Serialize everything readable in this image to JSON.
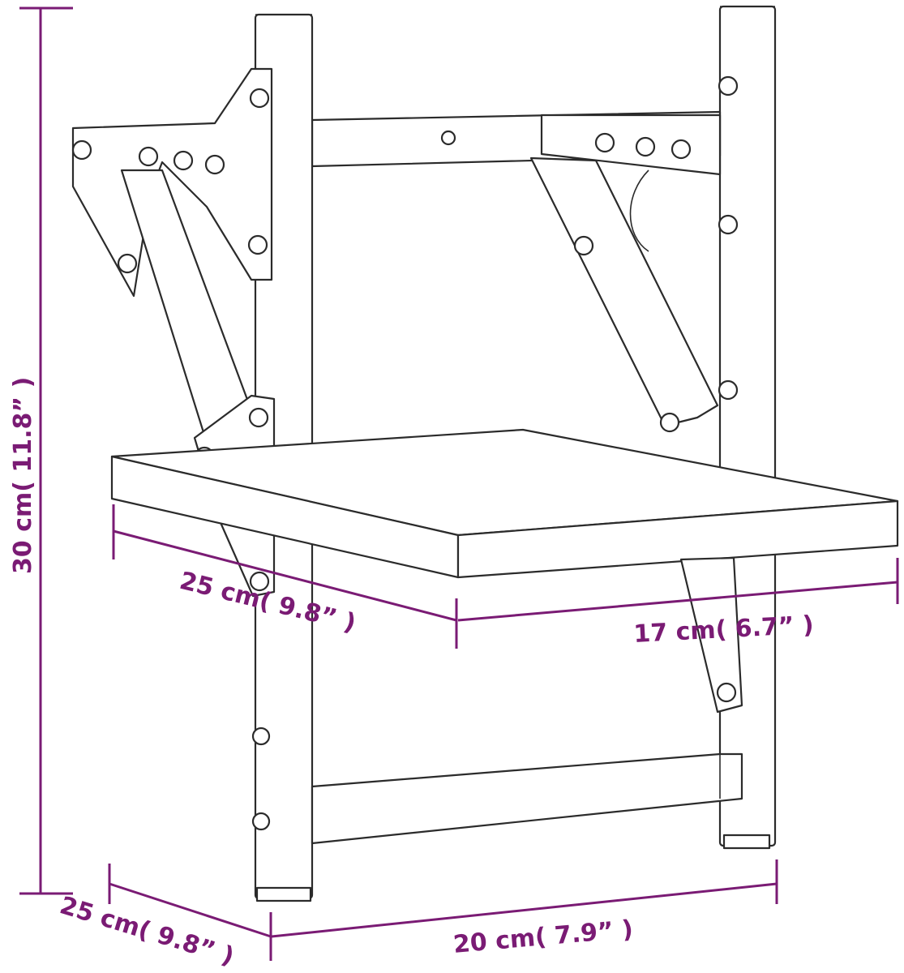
{
  "colors": {
    "dimension": "#7a1b74",
    "outline": "#2b2b2b",
    "background": "#ffffff"
  },
  "dimensions": {
    "height_total": "30 cm( 11.8” )",
    "shelf_depth_upper": "25 cm( 9.8” )",
    "shelf_width_upper": "17 cm( 6.7” )",
    "depth_bottom": "25 cm( 9.8” )",
    "width_bottom": "20 cm( 7.9” )"
  }
}
